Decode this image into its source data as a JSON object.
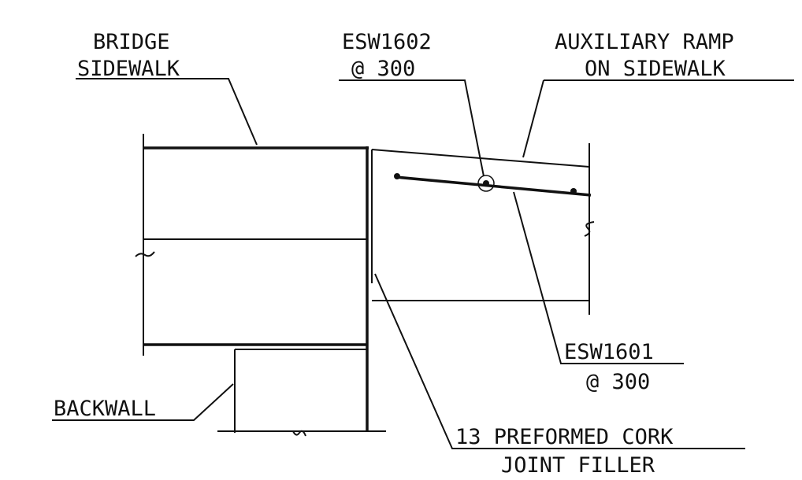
{
  "labels": {
    "bridge_sidewalk_1": "BRIDGE",
    "bridge_sidewalk_2": "SIDEWALK",
    "esw1602_1": "ESW1602",
    "esw1602_2": "@ 300",
    "aux_ramp_1": "AUXILIARY RAMP",
    "aux_ramp_2": "ON SIDEWALK",
    "esw1601_1": "ESW1601",
    "esw1601_2": "@ 300",
    "backwall": "BACKWALL",
    "cork_1": "13 PREFORMED CORK",
    "cork_2": "JOINT FILLER"
  },
  "colors": {
    "ink": "#111111",
    "paper": "#ffffff"
  }
}
